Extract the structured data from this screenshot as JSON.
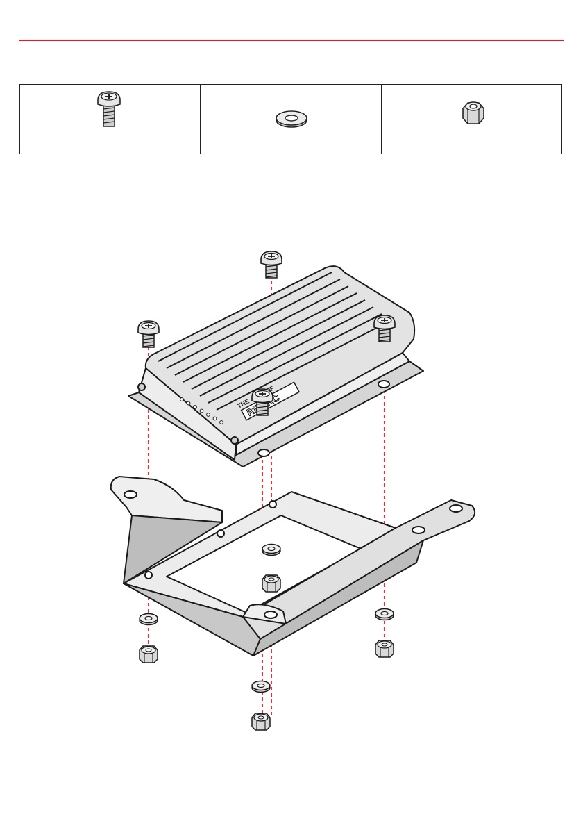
{
  "header": {
    "accent_color": "#e31b23"
  },
  "parts_table": {
    "items": [
      {
        "icon": "screw-icon"
      },
      {
        "icon": "washer-icon"
      },
      {
        "icon": "lock-nut-icon"
      }
    ]
  },
  "device": {
    "logo_line1": "THE",
    "logo_line2": "OF",
    "logo_brand": "RRARC",
    "led_count": 7
  },
  "colors": {
    "metal": "#e9e9e9",
    "metal_dark": "#c9c9c9",
    "outline": "#1a1a1a",
    "guide_line": "#e31b23"
  }
}
